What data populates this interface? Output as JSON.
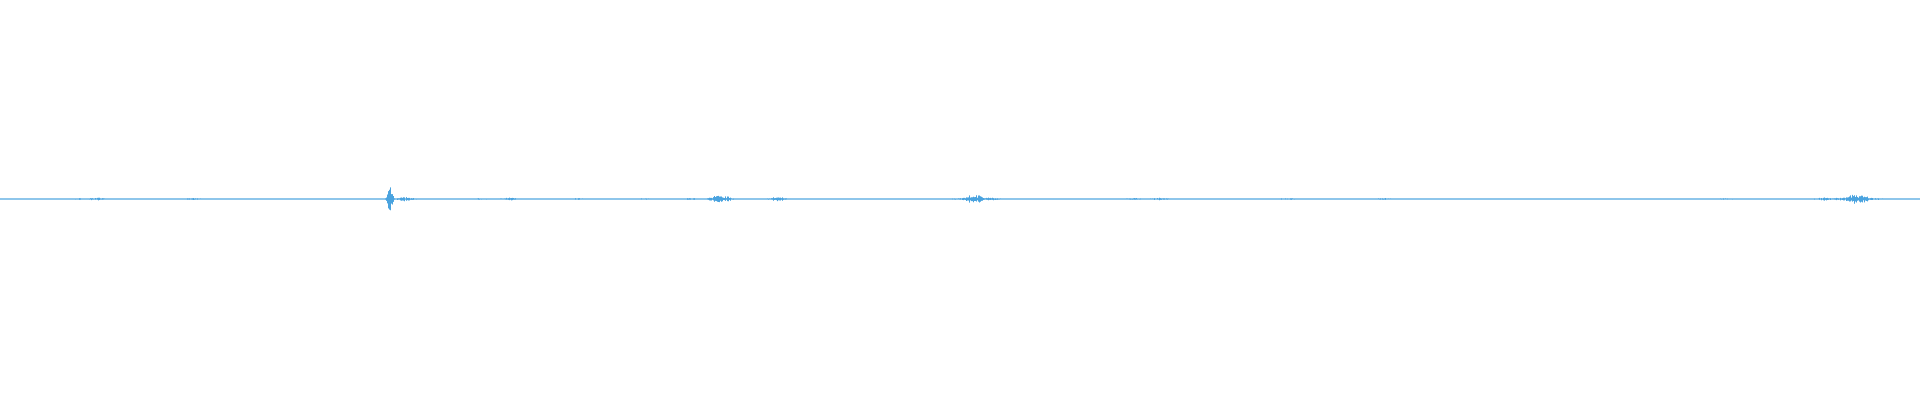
{
  "waveform": {
    "color": "#4aa3df",
    "background": "#ffffff",
    "envelope": {
      "0.00": 0.02,
      "0.04": 0.05,
      "0.05": 0.08,
      "0.10": 0.06,
      "0.15": 0.03,
      "0.203": 1.0,
      "0.21": 0.12,
      "0.25": 0.05,
      "0.265": 0.08,
      "0.30": 0.06,
      "0.335": 0.05,
      "0.36": 0.06,
      "0.375": 0.22,
      "0.405": 0.12,
      "0.45": 0.02,
      "0.50": 0.06,
      "0.507": 0.26,
      "0.515": 0.1,
      "0.55": 0.03,
      "0.59": 0.06,
      "0.604": 0.08,
      "0.65": 0.02,
      "0.67": 0.06,
      "0.72": 0.06,
      "0.75": 0.02,
      "0.80": 0.02,
      "0.83": 0.02,
      "0.90": 0.06,
      "0.95": 0.1,
      "0.96": 0.1,
      "0.967": 0.3,
      "0.975": 0.08,
      "1.00": 0.02
    }
  }
}
